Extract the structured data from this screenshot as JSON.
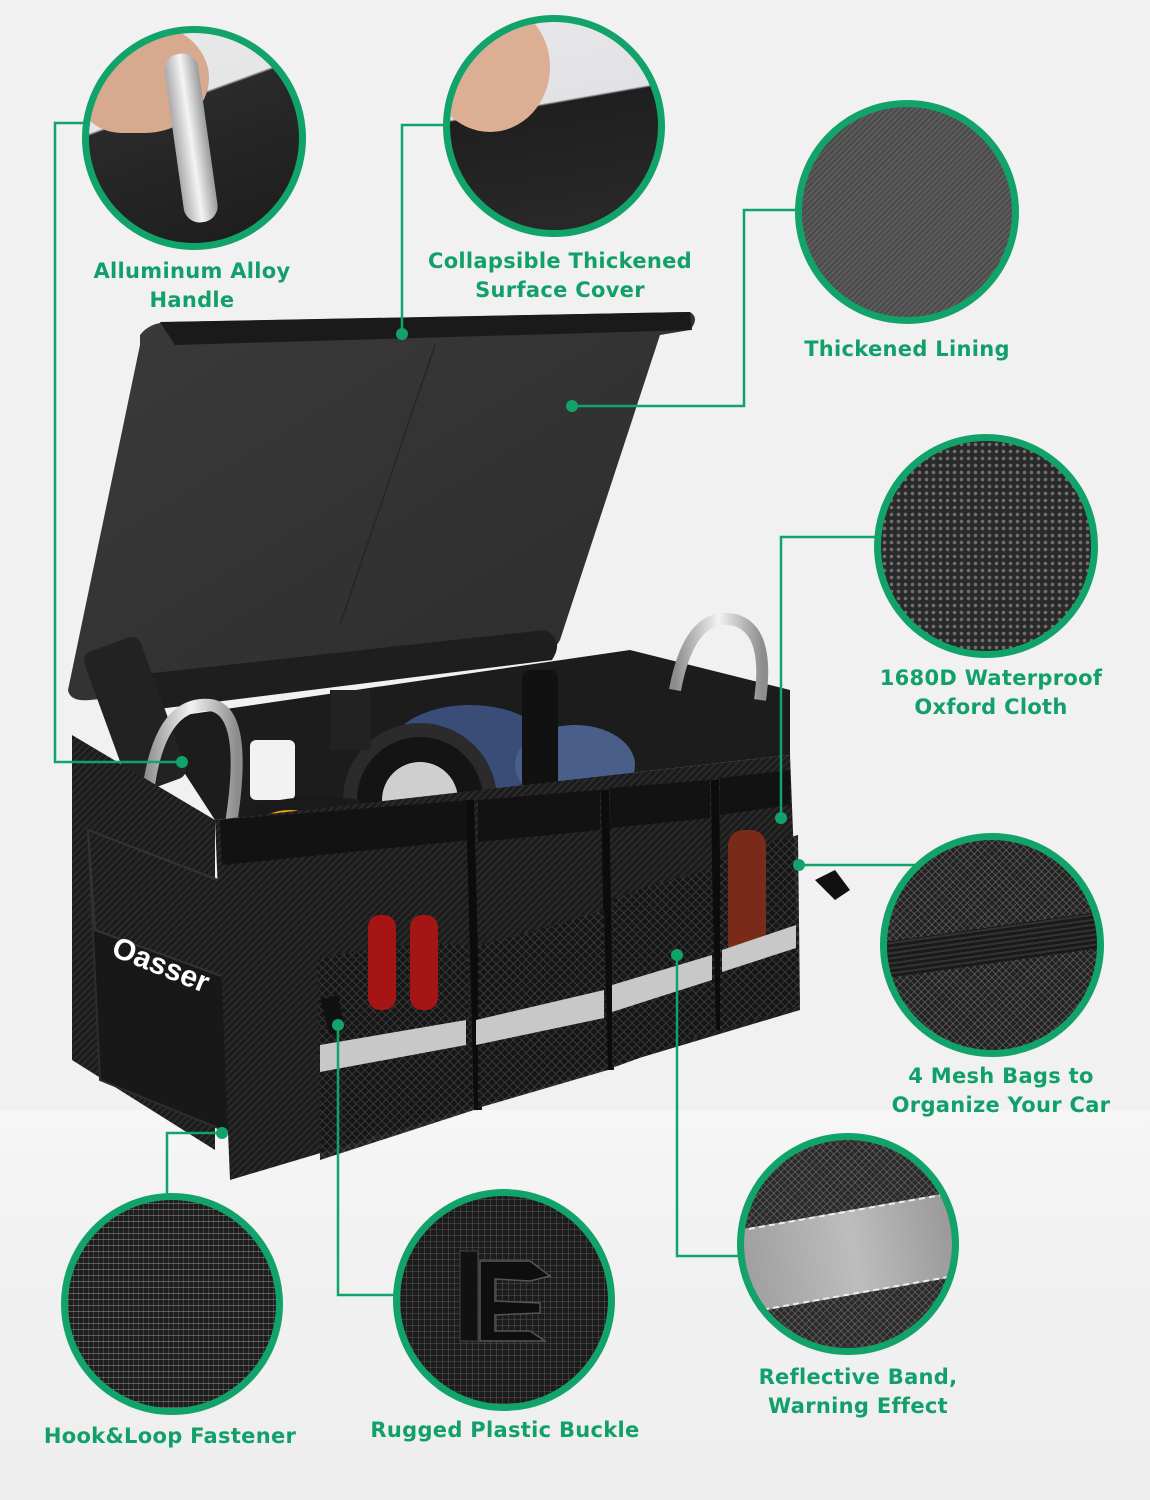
{
  "accent_color": "#12a36a",
  "background_color": "#f1f1f1",
  "product": {
    "type": "car trunk organizer",
    "brand_logo_text": "Oasser"
  },
  "features": [
    {
      "id": "handle",
      "line1": "Alluminum Alloy",
      "line2": "Handle",
      "icon": "aluminum-handle-closeup"
    },
    {
      "id": "cover",
      "line1": "Collapsible Thickened",
      "line2": "Surface Cover",
      "icon": "surface-cover-closeup"
    },
    {
      "id": "lining",
      "line1": "Thickened Lining",
      "line2": "",
      "icon": "lining-fabric-closeup"
    },
    {
      "id": "oxford",
      "line1": "1680D Waterproof",
      "line2": "Oxford Cloth",
      "icon": "oxford-cloth-closeup"
    },
    {
      "id": "mesh",
      "line1": "4 Mesh Bags to",
      "line2": "Organize Your Car",
      "icon": "mesh-bag-closeup"
    },
    {
      "id": "hookloop",
      "line1": "Hook&Loop Fastener",
      "line2": "",
      "icon": "hook-loop-closeup"
    },
    {
      "id": "buckle",
      "line1": "Rugged Plastic Buckle",
      "line2": "",
      "icon": "plastic-buckle-closeup"
    },
    {
      "id": "reflective",
      "line1": "Reflective Band,",
      "line2": "Warning Effect",
      "icon": "reflective-band-closeup"
    }
  ]
}
